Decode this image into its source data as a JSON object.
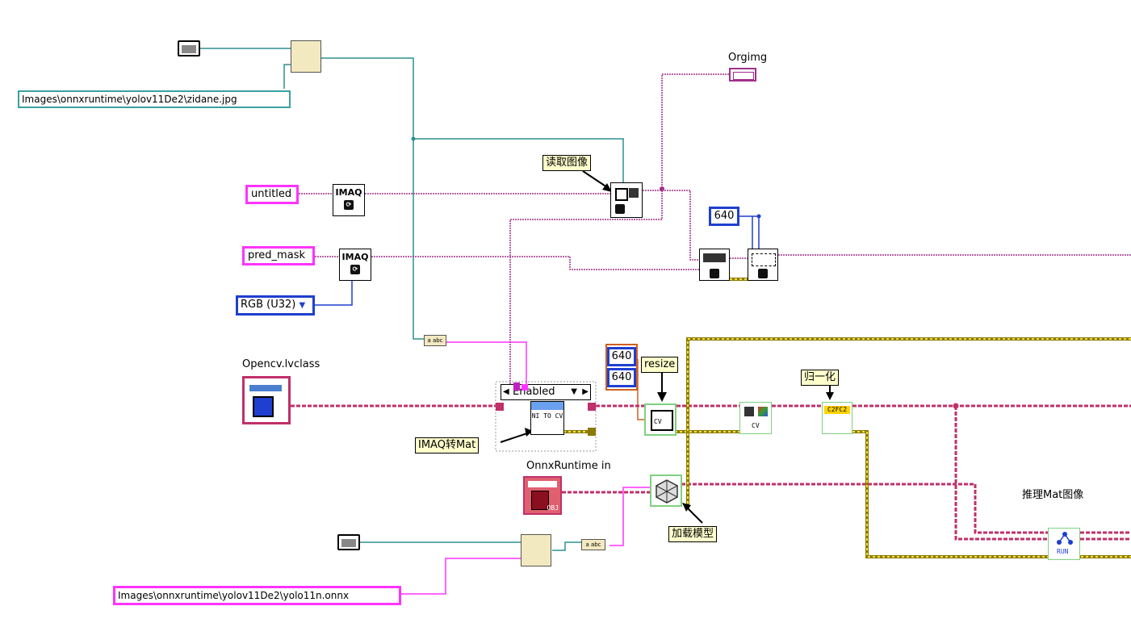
{
  "controls": {
    "image_path": "Images\\onnxruntime\\yolov11De2\\zidane.jpg",
    "model_path": "Images\\onnxruntime\\yolov11De2\\yolo11n.onnx",
    "image_name_1": "untitled",
    "image_name_2": "pred_mask",
    "image_type": "RGB (U32)",
    "size_640_a": "640",
    "resize_w": "640",
    "resize_h": "640",
    "enabled": "Enabled"
  },
  "indicators": {
    "orgimg": "Orgimg"
  },
  "labels": {
    "opencv_class": "Opencv.lvclass",
    "onnx_class": "OnnxRuntime in"
  },
  "notes": {
    "read_image": "读取图像",
    "imaq_to_mat": "IMAQ转Mat",
    "resize": "resize",
    "normalize": "归一化",
    "load_model": "加载模型",
    "infer_mat": "推理Mat图像"
  },
  "node_text": {
    "imaq": "IMAQ",
    "ni_to_cv": "NI TO CV",
    "cv": "CV",
    "c2fc2": "C2FC2",
    "run": "RUN",
    "obj": "OBJ"
  },
  "colors": {
    "path_wire": "#2e8f8f",
    "image_wire": "#a0308a",
    "class_wire": "#c0306a",
    "error_wire": "#9a8a00",
    "numeric_wire": "#1f3fd0",
    "string_wire": "#ff33ff"
  }
}
